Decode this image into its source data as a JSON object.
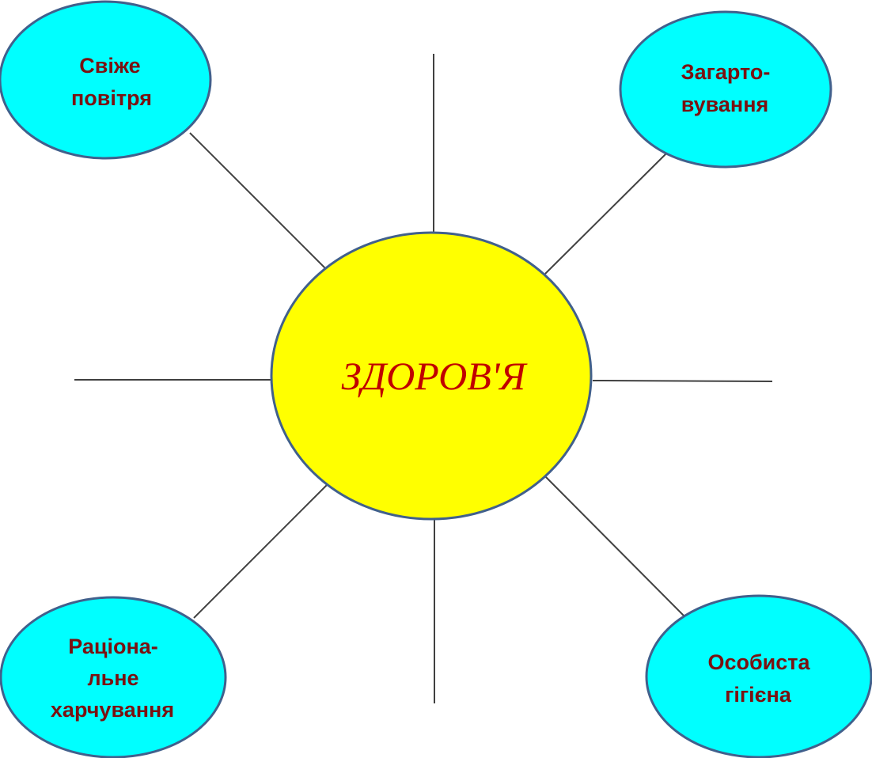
{
  "colors": {
    "center_fill": "#ffff00",
    "outer_fill": "#00ffff",
    "border": "#41608c",
    "connector": "#404040",
    "center_text": "#c00000",
    "outer_text": "#7a1111"
  },
  "center": {
    "label": "ЗДОРОВ'Я"
  },
  "nodes": {
    "fresh_air": {
      "line1": "Свіже",
      "line2": "повітря"
    },
    "hardening": {
      "line1": "Загарто-",
      "line2": "вування"
    },
    "nutrition": {
      "line1": "Раціона-",
      "line2": "льне",
      "line3": "харчування"
    },
    "hygiene": {
      "line1": "Особиста",
      "line2": "гігієна"
    }
  }
}
